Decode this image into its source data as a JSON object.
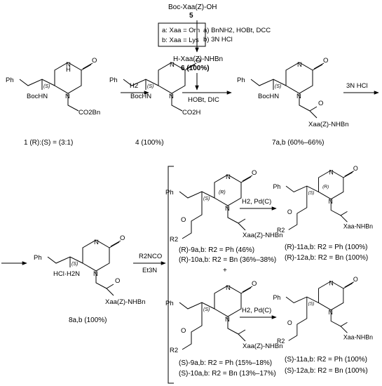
{
  "reagent_top": {
    "compound": "Boc-Xaa(Z)-OH",
    "number": "5",
    "legend": [
      "a: Xaa = Orn",
      "b: Xaa = Lys"
    ],
    "conditions": [
      "a) BnNH2, HOBt, DCC",
      "b) 3N HCl"
    ],
    "product": "H-Xaa(Z)-NHBn",
    "product_label": "6 (100%)"
  },
  "steps": {
    "h2": "H2",
    "coupling": "HOBt, DIC",
    "deprotect": "3N HCl",
    "isocyanate": "R2NCO",
    "base": "Et3N",
    "hydrog": "H2, Pd(C)"
  },
  "compounds": {
    "c1": "1 (R):(S) = (3:1)",
    "c4": "4 (100%)",
    "c7": "7a,b (60%–66%)",
    "c8": "8a,b (100%)",
    "r9": "(R)-9a,b: R2 = Ph (46%)",
    "r10": "(R)-10a,b: R2 = Bn (36%–38%)",
    "s9": "(S)-9a,b: R2 = Ph (15%–18%)",
    "s10": "(S)-10a,b: R2 = Bn (13%–17%)",
    "r11": "(R)-11a,b: R2 = Ph (100%)",
    "r12": "(R)-12a,b: R2 = Bn (100%)",
    "s11": "(S)-11a,b: R2 = Ph (100%)",
    "s12": "(S)-12a,b: R2 = Bn (100%)"
  },
  "atoms": {
    "H": "H",
    "N": "N",
    "O": "O",
    "Ph": "Ph",
    "BocHN": "BocHN",
    "CO2Bn": "CO2Bn",
    "CO2H": "CO2H",
    "S": "(S)",
    "R": "(R)",
    "XaaZ": "Xaa(Z)-NHBn",
    "Xaa": "Xaa-NHBn",
    "HCl": "HCl·H2N",
    "R2": "R2",
    "plus": "+"
  }
}
